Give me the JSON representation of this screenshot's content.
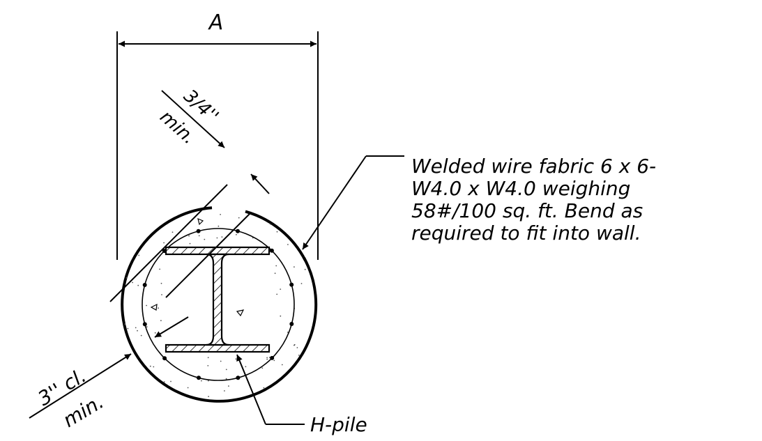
{
  "colors": {
    "line": "#000000",
    "background": "#ffffff",
    "stipple": "#555555"
  },
  "labels": {
    "dim_a": "A",
    "quarter_inch": "3/4''",
    "quarter_inch_min": "min.",
    "wire_fabric": [
      "Welded wire fabric 6 x 6-",
      "W4.0 x W4.0 weighing",
      "58#/100 sq. ft.  Bend as",
      "required to fit into wall."
    ],
    "cover": "3'' cl.",
    "cover_min": "min.",
    "hpile": "H-pile"
  }
}
